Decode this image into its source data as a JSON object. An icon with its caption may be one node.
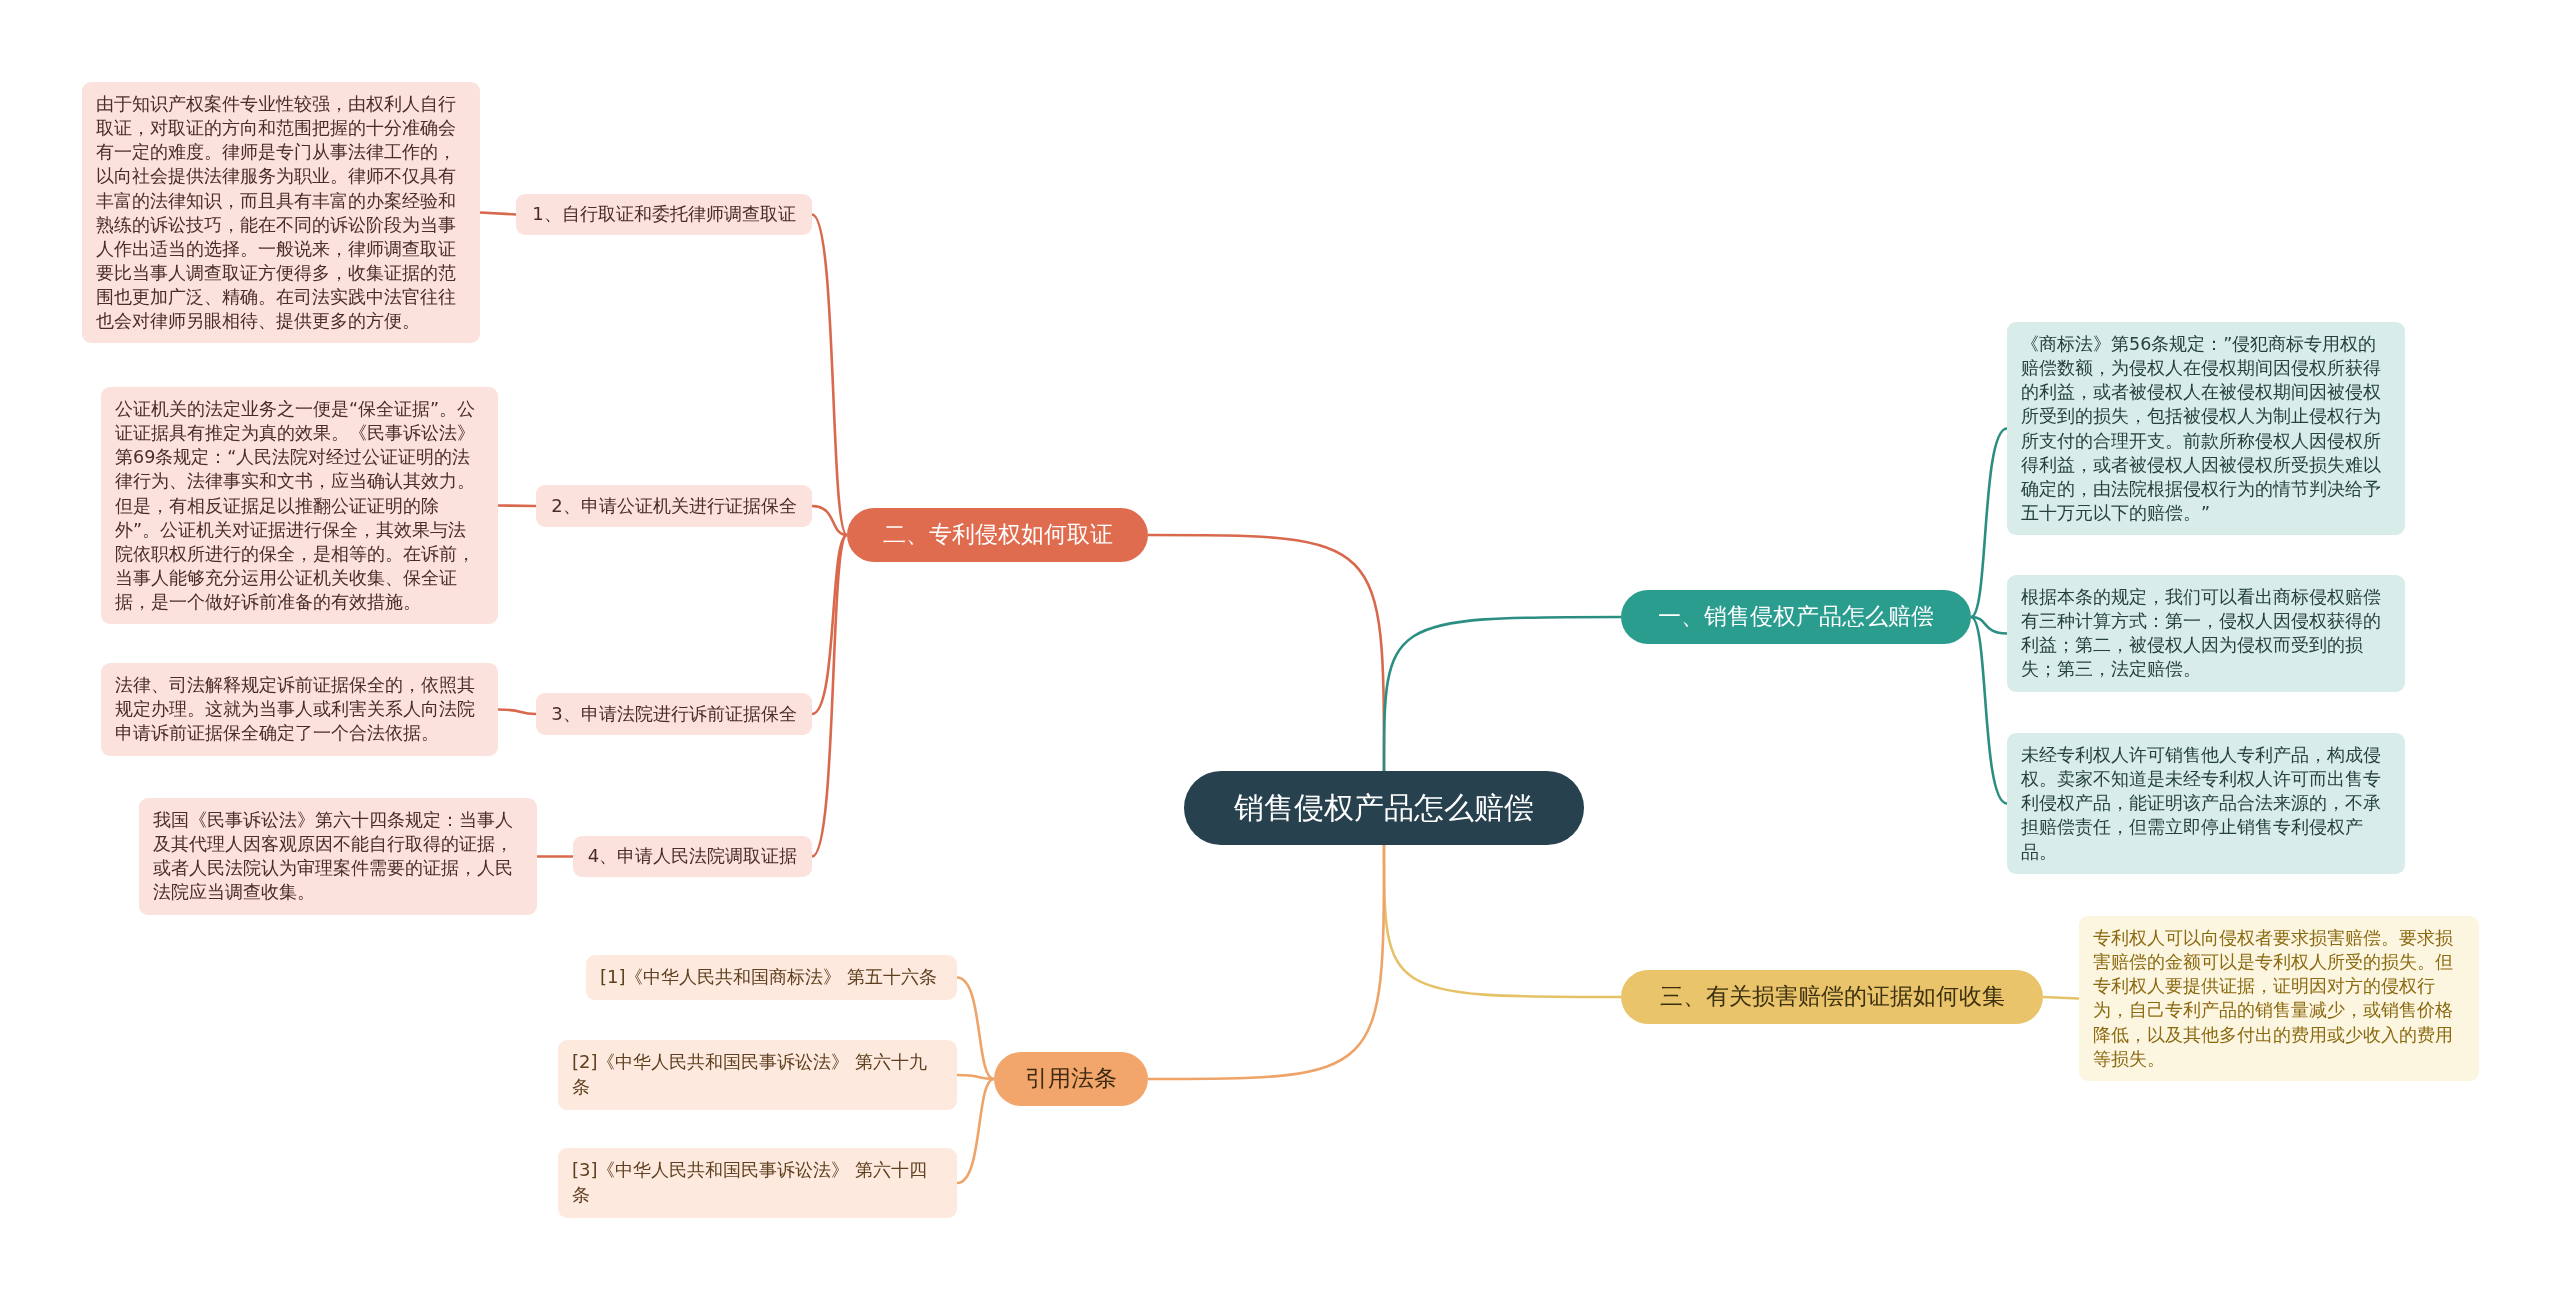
{
  "diagram": {
    "nodes": [
      {
        "text": [
          "销售侵权产品怎么赔偿"
        ]
      },
      {
        "text": [
          "二、专利侵权如何取证"
        ]
      },
      {
        "text": [
          "1、自行取证和委托律师调查取证"
        ]
      },
      {
        "text": [
          "由于知识产权案件专业性较强，由权利人自行取证，对取证的方向和范围把握的十分准确会有一定的难度。律师是专门从事法律工作的，以向社会提供法律服务为职业。律师不仅具有丰富的法律知识，而且具有丰富的办案经验和熟练的诉讼技巧，能在不同的诉讼阶段为当事人作出适当的选择。一般说来，律师调查取证要比当事人调查取证方便得多，收集证据的范围也更加广泛、精确。在司法实践中法官往往也会对律师另眼相待、提供更多的方便。"
        ]
      },
      {
        "text": [
          "2、申请公证机关进行证据保全"
        ]
      },
      {
        "text": [
          "公证机关的法定业务之一便是“保全证据”。公证证据具有推定为真的效果。《民事诉讼法》第69条规定：“人民法院对经过公证证明的法律行为、法律事实和文书，应当确认其效力。但是，有相反证据足以推翻公证证明的除外”。公证机关对证据进行保全，其效果与法院依职权所进行的保全，是相等的。在诉前，当事人能够充分运用公证机关收集、保全证据，是一个做好诉前准备的有效措施。"
        ]
      },
      {
        "text": [
          "3、申请法院进行诉前证据保全"
        ]
      },
      {
        "text": [
          "法律、司法解释规定诉前证据保全的，依照其规定办理。这就为当事人或利害关系人向法院申请诉前证据保全确定了一个合法依据。"
        ]
      },
      {
        "text": [
          "4、申请人民法院调取证据"
        ]
      },
      {
        "text": [
          "我国《民事诉讼法》第六十四条规定：当事人及其代理人因客观原因不能自行取得的证据，或者人民法院认为审理案件需要的证据，人民法院应当调查收集。"
        ]
      },
      {
        "text": [
          "一、销售侵权产品怎么赔偿"
        ]
      },
      {
        "text": [
          "《商标法》第56条规定：”侵犯商标专用权的赔偿数额，为侵权人在侵权期间因侵权所获得的利益，或者被侵权人在被侵权期间因被侵权所受到的损失，包括被侵权人为制止侵权行为所支付的合理开支。前款所称侵权人因侵权所得利益，或者被侵权人因被侵权所受损失难以确定的，由法院根据侵权行为的情节判决给予五十万元以下的赔偿。”"
        ]
      },
      {
        "text": [
          "根据本条的规定，我们可以看出商标侵权赔偿有三种计算方式：第一，侵权人因侵权获得的利益；第二，被侵权人因为侵权而受到的损失；第三，法定赔偿。"
        ]
      },
      {
        "text": [
          "未经专利权人许可销售他人专利产品，构成侵权。卖家不知道是未经专利权人许可而出售专利侵权产品，能证明该产品合法来源的，不承担赔偿责任，但需立即停止销售专利侵权产品。"
        ]
      },
      {
        "text": [
          "三、有关损害赔偿的证据如何收集"
        ]
      },
      {
        "text": [
          "专利权人可以向侵权者要求损害赔偿。要求损害赔偿的金额可以是专利权人所受的损失。但专利权人要提供证据，证明因对方的侵权行为，自己专利产品的销售量减少，或销售价格降低，以及其他多付出的费用或少收入的费用等损失。"
        ]
      },
      {
        "text": [
          "引用法条"
        ]
      },
      {
        "text": [
          "[1]《中华人民共和国商标法》 第五十六条"
        ]
      },
      {
        "text": [
          "[2]《中华人民共和国民事诉讼法》 第六十九条"
        ]
      },
      {
        "text": [
          "[3]《中华人民共和国民事诉讼法》 第六十四条"
        ]
      }
    ],
    "edges": [
      {
        "from": 0,
        "to": 1,
        "arrow": "none"
      },
      {
        "from": 1,
        "to": 2,
        "arrow": "none"
      },
      {
        "from": 2,
        "to": 3,
        "arrow": "none"
      },
      {
        "from": 1,
        "to": 4,
        "arrow": "none"
      },
      {
        "from": 4,
        "to": 5,
        "arrow": "none"
      },
      {
        "from": 1,
        "to": 6,
        "arrow": "none"
      },
      {
        "from": 6,
        "to": 7,
        "arrow": "none"
      },
      {
        "from": 1,
        "to": 8,
        "arrow": "none"
      },
      {
        "from": 8,
        "to": 9,
        "arrow": "none"
      },
      {
        "from": 0,
        "to": 10,
        "arrow": "none",
        "color": "#2a8e82"
      },
      {
        "from": 10,
        "to": 11,
        "arrow": "none",
        "color": "#2a8e82"
      },
      {
        "from": 10,
        "to": 12,
        "arrow": "none",
        "color": "#2a8e82"
      },
      {
        "from": 10,
        "to": 13,
        "arrow": "none",
        "color": "#2a8e82"
      },
      {
        "from": 0,
        "to": 14,
        "arrow": "none",
        "color": "#e6c267"
      },
      {
        "from": 14,
        "to": 15,
        "arrow": "none",
        "color": "#e6c267"
      },
      {
        "from": 0,
        "to": 16,
        "arrow": "none",
        "color": "#eea468"
      },
      {
        "from": 16,
        "to": 17,
        "arrow": "none",
        "color": "#eea468"
      },
      {
        "from": 16,
        "to": 18,
        "arrow": "none",
        "color": "#eea468"
      },
      {
        "from": 16,
        "to": 19,
        "arrow": "none",
        "color": "#eea468"
      }
    ]
  }
}
